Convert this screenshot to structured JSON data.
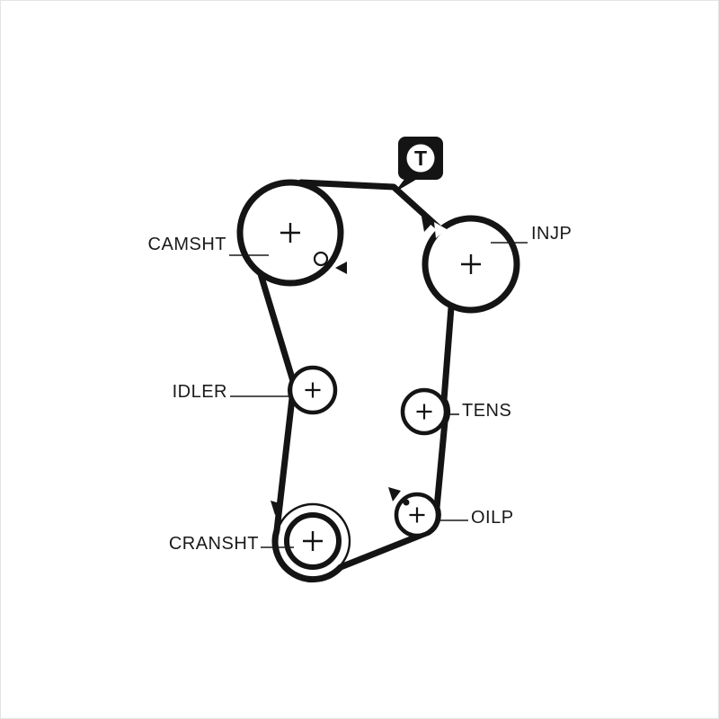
{
  "diagram": {
    "type": "timing-belt-routing-diagram",
    "tension_marker": {
      "letter": "T"
    },
    "pulleys": [
      {
        "id": "camshaft",
        "label": "CAMSHT"
      },
      {
        "id": "injection-pump",
        "label": "INJP"
      },
      {
        "id": "idler",
        "label": "IDLER"
      },
      {
        "id": "tensioner",
        "label": "TENS"
      },
      {
        "id": "oil-pump",
        "label": "OILP"
      },
      {
        "id": "crankshaft",
        "label": "CRANSHT"
      }
    ],
    "colors": {
      "line": "#141414",
      "background": "#ffffff"
    }
  }
}
